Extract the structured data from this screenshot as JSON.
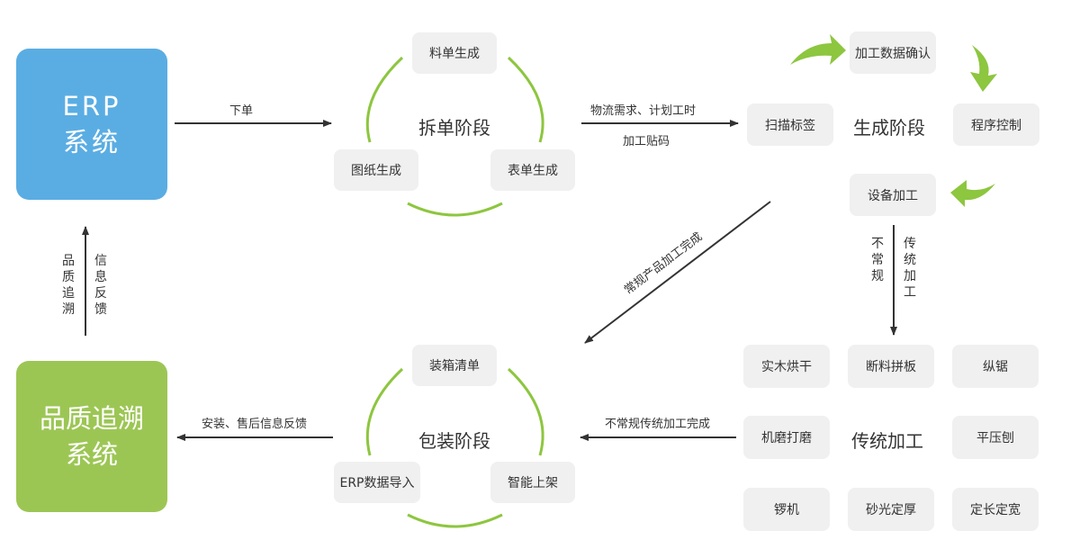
{
  "erp_system": {
    "line1": "ERP",
    "line2": "系统"
  },
  "quality_system": {
    "line1": "品质追溯",
    "line2": "系统"
  },
  "split_stage": {
    "title": "拆单阶段",
    "items": [
      "料单生成",
      "图纸生成",
      "表单生成"
    ]
  },
  "production_stage": {
    "title": "生成阶段",
    "items": [
      "加工数据确认",
      "扫描标签",
      "程序控制",
      "设备加工"
    ]
  },
  "packing_stage": {
    "title": "包装阶段",
    "items": [
      "装箱清单",
      "ERP数据导入",
      "智能上架"
    ]
  },
  "traditional_stage": {
    "title": "传统加工",
    "items": [
      "实木烘干",
      "断料拼板",
      "纵锯",
      "机磨打磨",
      "平压刨",
      "锣机",
      "砂光定厚",
      "定长定宽"
    ]
  },
  "arrow_labels": {
    "order": "下单",
    "logistics": "物流需求、计划工时",
    "labeling": "加工贴码",
    "regular_done": "常规产品加工完成",
    "irregular": "不常规",
    "traditional": "传统加工",
    "irregular_done": "不常规传统加工完成",
    "install_feedback": "安装、售后信息反馈",
    "trace": "品质追溯",
    "info_feedback": "信息反馈"
  },
  "colors": {
    "erp_blue": "#5aade3",
    "quality_green": "#9cc654",
    "arrow_green": "#8dc63f",
    "arrow_dark": "#333333"
  }
}
